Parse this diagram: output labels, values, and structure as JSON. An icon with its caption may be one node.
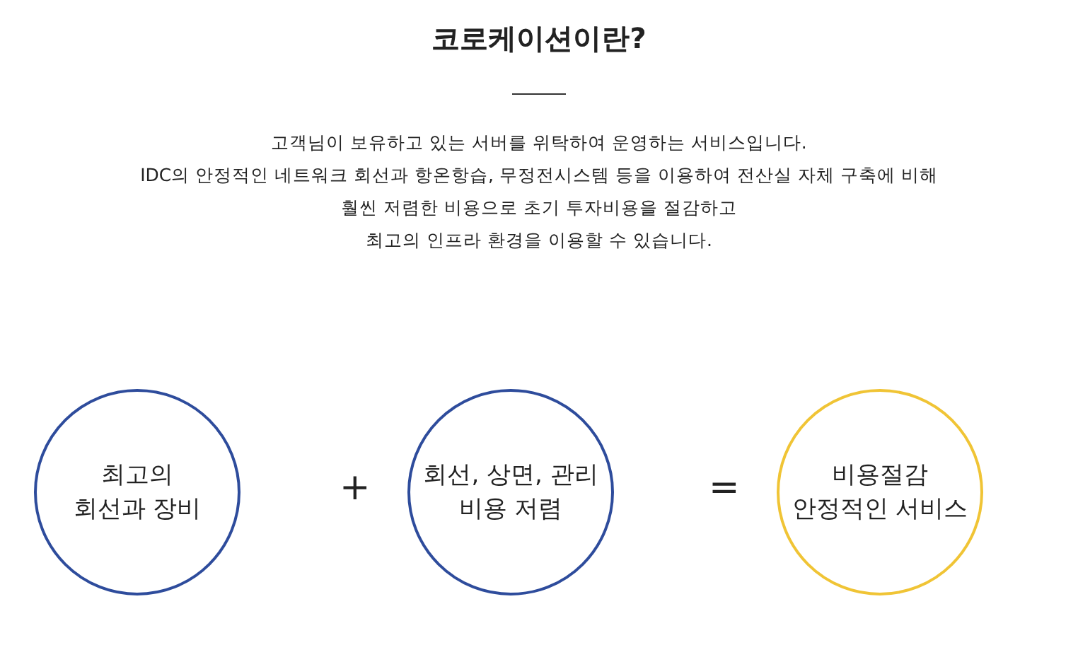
{
  "diagram": {
    "title": "코로케이션이란?",
    "nodes": [
      {
        "text": [
          "최고의 회선과 장비"
        ]
      },
      {
        "text": [
          "회선, 상면, 관리 비용 저렴"
        ]
      },
      {
        "text": [
          "비용절감 안정적인 서비스"
        ]
      }
    ],
    "labels": [
      "고객님이 보유하고 있는 서버를 위탁하여 운영하는 서비스입니다.",
      "IDC의 안정적인 네트워크 회선과 항온항습, 무정전시스템 등을 이용하여 전산실 자체 구축에 비해",
      "훨씬 저렴한 비용으로 초기 투자비용을 절감하고",
      "최고의 인프라 환경을 이용할 수 있습니다.",
      "+",
      "="
    ]
  }
}
